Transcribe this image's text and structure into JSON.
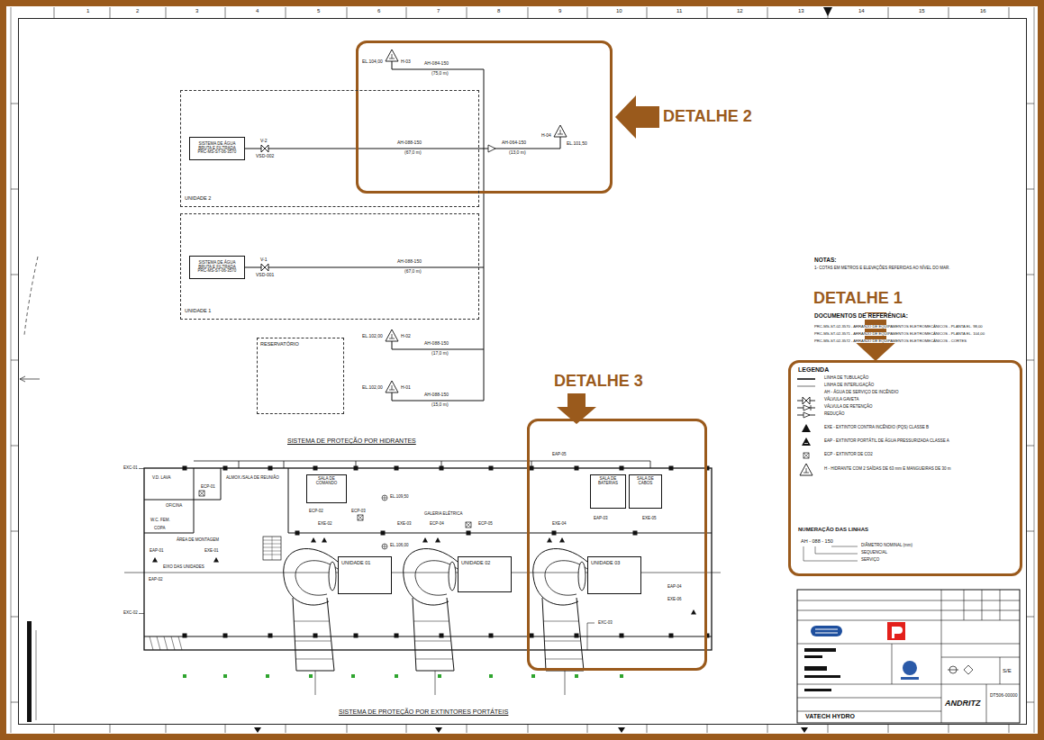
{
  "diagram": {
    "nodes": [
      {
        "text": [
          "DETALHE 2"
        ]
      },
      {
        "text": [
          "UNIDADE 2"
        ]
      },
      {
        "text": [
          "SISTEMA DE ÁGUA BRUTA E FILTRADA",
          "PRC-MS-ST-06-3570"
        ],
        "in": 1
      },
      {
        "text": [
          "UNIDADE 1"
        ]
      },
      {
        "text": [
          "SISTEMA DE ÁGUA BRUTA E FILTRADA",
          "PRC-MS-ST-06-3570"
        ],
        "in": 3
      },
      {
        "text": [
          "RESERVATÓRIO"
        ]
      },
      {
        "text": [
          "DETALHE 1"
        ]
      },
      {
        "text": [
          "DETALHE 3"
        ]
      },
      {
        "text": [
          "SALA DE COMANDO"
        ]
      },
      {
        "text": [
          "SALA DE BATERIAS"
        ],
        "in": 7
      },
      {
        "text": [
          "SALA DE CABOS"
        ],
        "in": 7
      },
      {
        "text": [
          "UNIDADE 01"
        ]
      },
      {
        "text": [
          "UNIDADE 02"
        ]
      },
      {
        "text": [
          "UNIDADE 03"
        ],
        "in": 7
      }
    ],
    "labels": [
      "1",
      "2",
      "3",
      "4",
      "5",
      "6",
      "7",
      "8",
      "9",
      "10",
      "11",
      "12",
      "13",
      "14",
      "15",
      "16",
      "EL.104,00",
      "H-03",
      "AH-084-150",
      "(75,0 m)",
      "V-2",
      "VSD-002",
      "AH-088-150",
      "(67,0 m)",
      "AH-064-150",
      "(13,0 m)",
      "H-04",
      "EL.101,50",
      "V-1",
      "VSD-001",
      "AH-088-150",
      "(67,0 m)",
      "EL.102,00",
      "H-02",
      "AH-088-150",
      "(17,0 m)",
      "EL.102,00",
      "H-01",
      "AH-088-150",
      "(15,0 m)",
      "SISTEMA DE PROTEÇÃO POR HIDRANTES",
      "NOTAS:",
      "1- COTAS EM METROS E ELEVAÇÕES REFERIDAS AO NÍVEL DO MAR.",
      "DOCUMENTOS DE REFERÊNCIA:",
      "PRC-MS-ST-02-3570 - ARRANJO DE EQUIPAMENTOS ELETROMECÂNICOS - PLANTA EL. 98,00",
      "PRC-MS-ST-02-3571 - ARRANJO DE EQUIPAMENTOS ELETROMECÂNICOS - PLANTA EL. 104,00",
      "PRC-MS-ST-02-3572 - ARRANJO DE EQUIPAMENTOS ELETROMECÂNICOS - CORTES",
      "LEGENDA",
      "NUMERAÇÃO DAS LINHAS",
      "AH - 088 - 150",
      "DIÂMETRO NOMINAL (mm)",
      "SEQUENCIAL",
      "SERVIÇO",
      "V.D. LAVA",
      "OFICINA",
      "ALMOX./SALA DE REUNIÃO",
      "W.C. FEM.",
      "COPA",
      "ÁREA DE MONTAGEM",
      "EIXO DAS UNIDADES",
      "EL.109,50",
      "EL.106,00",
      "GALERIA ELÉTRICA",
      "ECP-01",
      "EAP-01",
      "EXE-01",
      "EAP-02",
      "ECP-02",
      "EXE-02",
      "ECP-03",
      "EXE-03",
      "ECP-04",
      "ECP-05",
      "EXE-04",
      "EAP-03",
      "EXE-05",
      "EAP-04",
      "EXE-06",
      "EXC-01",
      "EXC-02",
      "EXC-03",
      "EAP-05",
      "SISTEMA DE PROTEÇÃO POR EXTINTORES PORTÁTEIS",
      "VATECH HYDRO",
      "ANDRITZ",
      "DT506-00000",
      "S/E"
    ],
    "legend": [
      {
        "text": "LINHA DE TUBULAÇÃO"
      },
      {
        "text": "LINHA DE INTERLIGAÇÃO"
      },
      {
        "text": "AH - ÁGUA DE SERVIÇO DE INCÊNDIO"
      },
      {
        "text": "VÁLVULA GAVETA"
      },
      {
        "text": "VÁLVULA DE RETENÇÃO"
      },
      {
        "text": "REDUÇÃO"
      },
      {
        "text": "EXE - EXTINTOR CONTRA INCÊNDIO (PQS) CLASSE B"
      },
      {
        "text": "EAP - EXTINTOR PORTÁTIL DE ÁGUA PRESSURIZADA CLASSE A"
      },
      {
        "text": "ECP - EXTINTOR DE CO2"
      },
      {
        "text": "H - HIDRANTE COM 2 SAÍDAS DE 63 mm E MANGUEIRAS DE 30 m"
      }
    ]
  }
}
